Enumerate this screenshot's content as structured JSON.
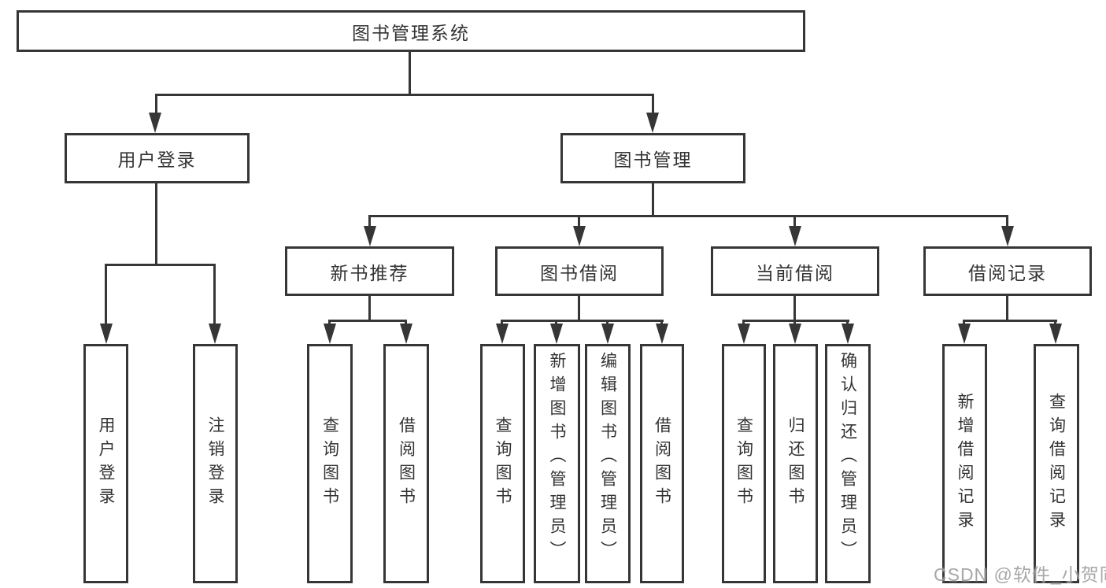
{
  "colors": {
    "line": "#363636",
    "text": "#333333",
    "watermark": "#9e9e9e",
    "background": "#ffffff"
  },
  "watermark": "CSDN @软件_小贺同学",
  "tree": {
    "root": "图书管理系统",
    "children": [
      {
        "label": "用户登录",
        "children": [
          "用户登录",
          "注销登录"
        ]
      },
      {
        "label": "图书管理",
        "children": [
          {
            "label": "新书推荐",
            "children": [
              "查询图书",
              "借阅图书"
            ]
          },
          {
            "label": "图书借阅",
            "children": [
              "查询图书",
              "新增图书（管理员）",
              "编辑图书（管理员）",
              "借阅图书"
            ]
          },
          {
            "label": "当前借阅",
            "children": [
              "查询图书",
              "归还图书",
              "确认归还（管理员）"
            ]
          },
          {
            "label": "借阅记录",
            "children": [
              "新增借阅记录",
              "查询借阅记录"
            ]
          }
        ]
      }
    ]
  }
}
